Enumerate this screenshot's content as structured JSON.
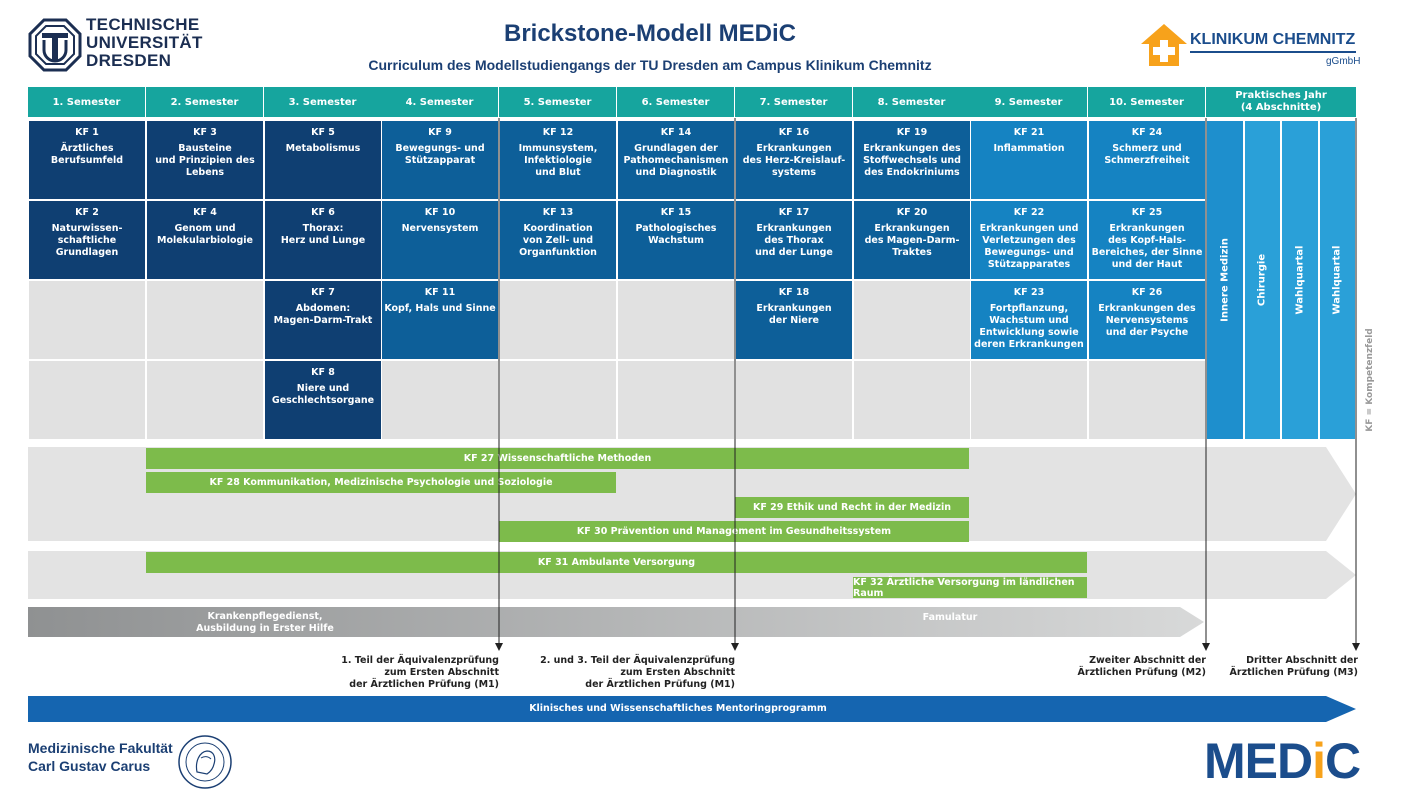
{
  "header": {
    "title": "Brickstone-Modell MEDiC",
    "subtitle": "Curriculum des Modellstudiengangs der TU Dresden am Campus Klinikum Chemnitz",
    "tud_line1": "TECHNISCHE",
    "tud_line2": "UNIVERSITÄT",
    "tud_line3": "DRESDEN",
    "klinikum_name": "KLINIKUM CHEMNITZ",
    "klinikum_sub": "gGmbH"
  },
  "semesters": [
    "1. Semester",
    "2. Semester",
    "3. Semester",
    "4. Semester",
    "5. Semester",
    "6. Semester",
    "7. Semester",
    "8. Semester",
    "9. Semester",
    "10. Semester"
  ],
  "pj_header": {
    "line1": "Praktisches Jahr",
    "line2": "(4 Abschnitte)"
  },
  "rows": [
    [
      {
        "kf": "KF 1",
        "lines": [
          "Ärztliches",
          "Berufsumfeld"
        ],
        "shade": "dark"
      },
      {
        "kf": "KF 3",
        "lines": [
          "Bausteine",
          "und Prinzipien des",
          "Lebens"
        ],
        "shade": "dark"
      },
      {
        "kf": "KF 5",
        "lines": [
          "Metabolismus"
        ],
        "shade": "dark"
      },
      {
        "kf": "KF 9",
        "lines": [
          "Bewegungs- und",
          "Stützapparat"
        ],
        "shade": "mid"
      },
      {
        "kf": "KF 12",
        "lines": [
          "Immunsystem,",
          "Infektiologie",
          "und Blut"
        ],
        "shade": "mid"
      },
      {
        "kf": "KF 14",
        "lines": [
          "Grundlagen der",
          "Pathomechanismen",
          "und Diagnostik"
        ],
        "shade": "mid"
      },
      {
        "kf": "KF 16",
        "lines": [
          "Erkrankungen",
          "des Herz-Kreislauf-",
          "systems"
        ],
        "shade": "mid"
      },
      {
        "kf": "KF 19",
        "lines": [
          "Erkrankungen des",
          "Stoffwechsels und",
          "des Endokriniums"
        ],
        "shade": "mid"
      },
      {
        "kf": "KF 21",
        "lines": [
          "Inflammation"
        ],
        "shade": "light"
      },
      {
        "kf": "KF 24",
        "lines": [
          "Schmerz und",
          "Schmerzfreiheit"
        ],
        "shade": "light"
      }
    ],
    [
      {
        "kf": "KF 2",
        "lines": [
          "Naturwissen-",
          "schaftliche",
          "Grundlagen"
        ],
        "shade": "dark"
      },
      {
        "kf": "KF 4",
        "lines": [
          "Genom und",
          "Molekularbiologie"
        ],
        "shade": "dark"
      },
      {
        "kf": "KF 6",
        "lines": [
          "Thorax:",
          "Herz und Lunge"
        ],
        "shade": "dark"
      },
      {
        "kf": "KF 10",
        "lines": [
          "Nervensystem"
        ],
        "shade": "mid"
      },
      {
        "kf": "KF 13",
        "lines": [
          "Koordination",
          "von Zell- und",
          "Organfunktion"
        ],
        "shade": "mid"
      },
      {
        "kf": "KF 15",
        "lines": [
          "Pathologisches",
          "Wachstum"
        ],
        "shade": "mid"
      },
      {
        "kf": "KF 17",
        "lines": [
          "Erkrankungen",
          "des Thorax",
          "und der Lunge"
        ],
        "shade": "mid"
      },
      {
        "kf": "KF 20",
        "lines": [
          "Erkrankungen",
          "des Magen-Darm-",
          "Traktes"
        ],
        "shade": "mid"
      },
      {
        "kf": "KF 22",
        "lines": [
          "Erkrankungen und",
          "Verletzungen des",
          "Bewegungs- und",
          "Stützapparates"
        ],
        "shade": "light"
      },
      {
        "kf": "KF 25",
        "lines": [
          "Erkrankungen",
          "des Kopf-Hals-",
          "Bereiches, der Sinne",
          "und der Haut"
        ],
        "shade": "light"
      }
    ],
    [
      null,
      null,
      {
        "kf": "KF 7",
        "lines": [
          "Abdomen:",
          "Magen-Darm-Trakt"
        ],
        "shade": "dark"
      },
      {
        "kf": "KF 11",
        "lines": [
          "Kopf, Hals und Sinne"
        ],
        "shade": "mid"
      },
      null,
      null,
      {
        "kf": "KF 18",
        "lines": [
          "Erkrankungen",
          "der Niere"
        ],
        "shade": "mid"
      },
      null,
      {
        "kf": "KF 23",
        "lines": [
          "Fortpflanzung,",
          "Wachstum und",
          "Entwicklung sowie",
          "deren Erkrankungen"
        ],
        "shade": "light"
      },
      {
        "kf": "KF 26",
        "lines": [
          "Erkrankungen des",
          "Nervensystems",
          "und der Psyche"
        ],
        "shade": "light"
      }
    ],
    [
      null,
      null,
      {
        "kf": "KF 8",
        "lines": [
          "Niere und",
          "Geschlechtsorgane"
        ],
        "shade": "dark"
      },
      null,
      null,
      null,
      null,
      null,
      null,
      null
    ]
  ],
  "pj_columns": [
    "Innere Medizin",
    "Chirurgie",
    "Wahlquartal",
    "Wahlquartal"
  ],
  "kf_legend": "KF = Kompetenzfeld",
  "longitudinal": [
    {
      "label": "KF 27 Wissenschaftliche Methoden"
    },
    {
      "label": "KF 28 Kommunikation, Medizinische Psychologie und Soziologie"
    },
    {
      "label": "KF 29 Ethik und Recht in der Medizin"
    },
    {
      "label": "KF 30 Prävention und Management im Gesundheitssystem"
    },
    {
      "label": "KF 31 Ambulante Versorgung"
    },
    {
      "label": "KF 32 Ärztliche Versorgung im ländlichen Raum"
    }
  ],
  "practice": {
    "line1": "Krankenpflegedienst,",
    "line2": "Ausbildung in Erster Hilfe",
    "famulatur": "Famulatur"
  },
  "exams": [
    {
      "lines": [
        "1. Teil der Äquivalenzprüfung",
        "zum Ersten Abschnitt",
        "der Ärztlichen Prüfung (M1)"
      ]
    },
    {
      "lines": [
        "2. und 3. Teil der Äquivalenzprüfung",
        "zum Ersten Abschnitt",
        "der Ärztlichen Prüfung (M1)"
      ]
    },
    {
      "lines": [
        "Zweiter Abschnitt der",
        "Ärztlichen Prüfung (M2)"
      ]
    },
    {
      "lines": [
        "Dritter Abschnitt der",
        "Ärztlichen Prüfung (M3)"
      ]
    }
  ],
  "mentoring": "Klinisches und Wissenschaftliches Mentoringprogramm",
  "footer": {
    "fak_line1": "Medizinische Fakultät",
    "fak_line2": "Carl Gustav Carus",
    "medic_a": "MED",
    "medic_i": "i",
    "medic_b": "C"
  },
  "colors": {
    "teal": "#16a59e",
    "dark": "#0f3f72",
    "mid": "#0d5f99",
    "light": "#1583c2",
    "green": "#7dbb4b",
    "mentoring": "#1565b0"
  }
}
